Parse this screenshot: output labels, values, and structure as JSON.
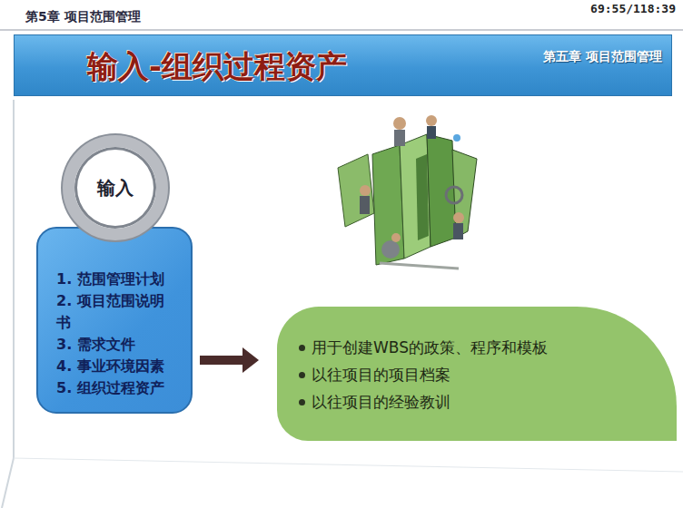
{
  "diagram": {
    "nodes": [
      {
        "text": [
          "输入-组织过程资产",
          "第五章 项目范围管理"
        ]
      },
      {
        "text": [
          "输入"
        ]
      },
      {
        "text": [
          "1. 范围管理计划",
          "2. 项目范围说明书",
          "3. 需求文件",
          "4. 事业环境因素",
          "5. 组织过程资产"
        ]
      },
      {
        "text": [
          "用于创建WBS的政策、程序和模板",
          "以往项目的项目档案",
          "以往项目的经验教训"
        ]
      }
    ],
    "edges": [
      {
        "from": 2,
        "to": 3,
        "arrow": "to"
      }
    ],
    "labels": [
      "第5章 项目范围管理",
      "69:55/118:39"
    ]
  }
}
